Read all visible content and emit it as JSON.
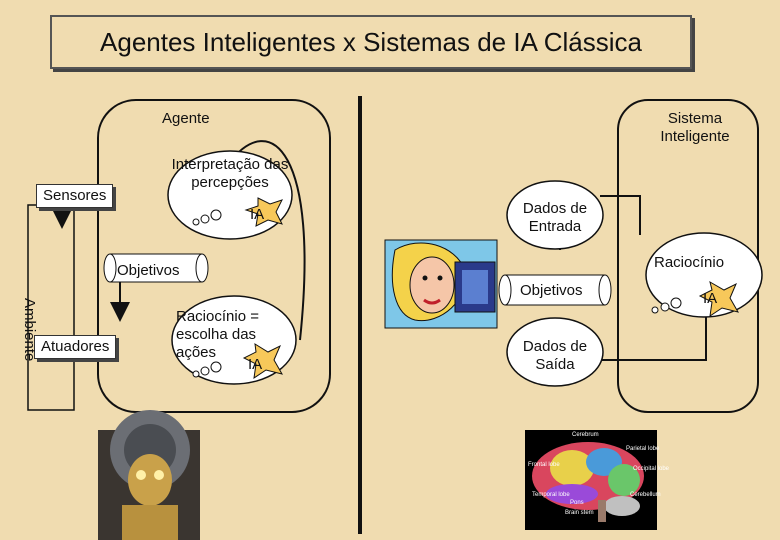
{
  "title": "Agentes Inteligentes x Sistemas de IA Clássica",
  "agent": {
    "label": "Agente",
    "sensores": "Sensores",
    "atuadores": "Atuadores",
    "ambiente": "Ambiente",
    "interpretacao": "Interpretação das percepções",
    "interpretacao_ia": "IA",
    "objetivos": "Objetivos",
    "raciocinio": "Raciocínio = escolha das ações",
    "raciocinio_ia": "IA"
  },
  "system": {
    "label": "Sistema Inteligente",
    "dados_entrada": "Dados de Entrada",
    "objetivos": "Objetivos",
    "dados_saida": "Dados de Saída",
    "raciocinio": "Raciocínio",
    "raciocinio_ia": "IA"
  },
  "brain_labels": [
    "Cerebrum",
    "Frontal lobe",
    "Parietal lobe",
    "Occipital lobe",
    "Temporal lobe",
    "Pons",
    "Cerebellum",
    "Brain stem"
  ],
  "colors": {
    "background": "#f0dcb0",
    "line": "#111111",
    "cloud": "#ffffff"
  }
}
